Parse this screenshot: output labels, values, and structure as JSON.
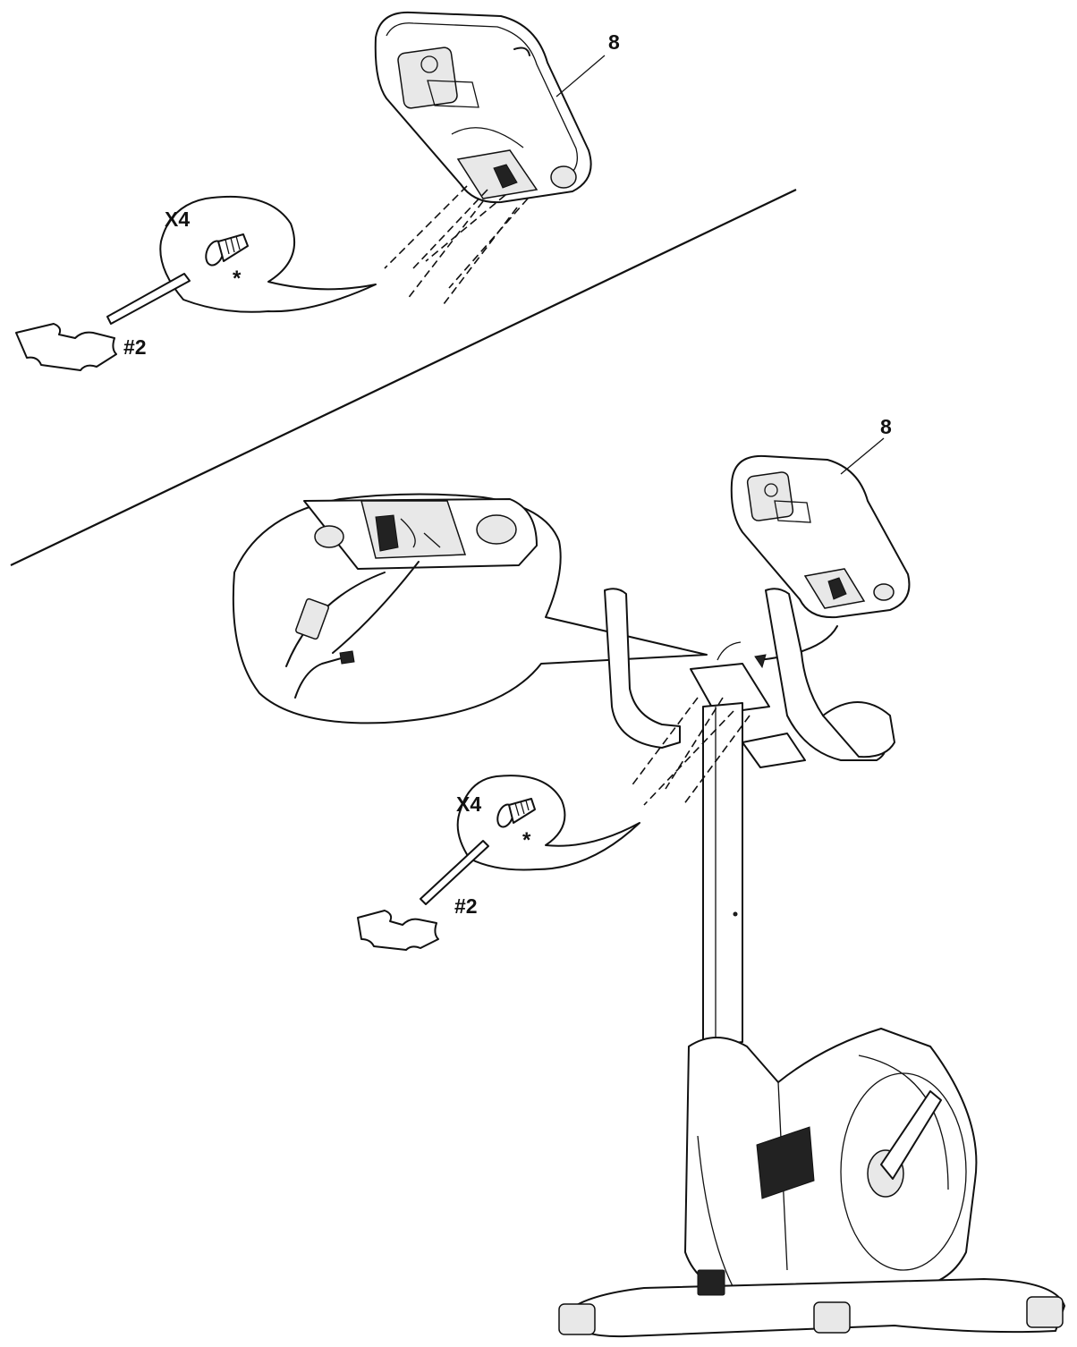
{
  "step1": {
    "part_label": "8",
    "quantity_label": "X4",
    "note_mark": "*",
    "tool_label": "#2"
  },
  "step2": {
    "part_label": "8",
    "quantity_label": "X4",
    "note_mark": "*",
    "tool_label": "#2"
  },
  "icons": [
    "console",
    "screw",
    "screwdriver",
    "exercise-bike",
    "cable-connector",
    "detail-callout"
  ]
}
